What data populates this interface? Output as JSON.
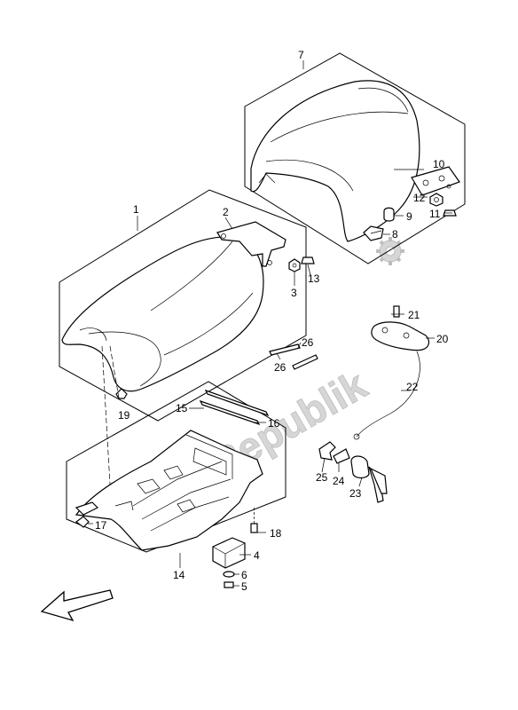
{
  "watermark": "PartsRepublik",
  "callouts": {
    "c1": "1",
    "c2": "2",
    "c3": "3",
    "c4": "4",
    "c5": "5",
    "c6": "6",
    "c7": "7",
    "c8": "8",
    "c9": "9",
    "c10": "10",
    "c11": "11",
    "c12": "12",
    "c13": "13",
    "c14": "14",
    "c15": "15",
    "c16": "16",
    "c17": "17",
    "c18": "18",
    "c19": "19",
    "c20": "20",
    "c21": "21",
    "c22": "22",
    "c23": "23",
    "c24": "24",
    "c25": "25",
    "c26a": "26",
    "c26b": "26"
  },
  "icons": {
    "front_arrow": "arrow-left-down-icon",
    "gear_logo": "gear-icon"
  }
}
